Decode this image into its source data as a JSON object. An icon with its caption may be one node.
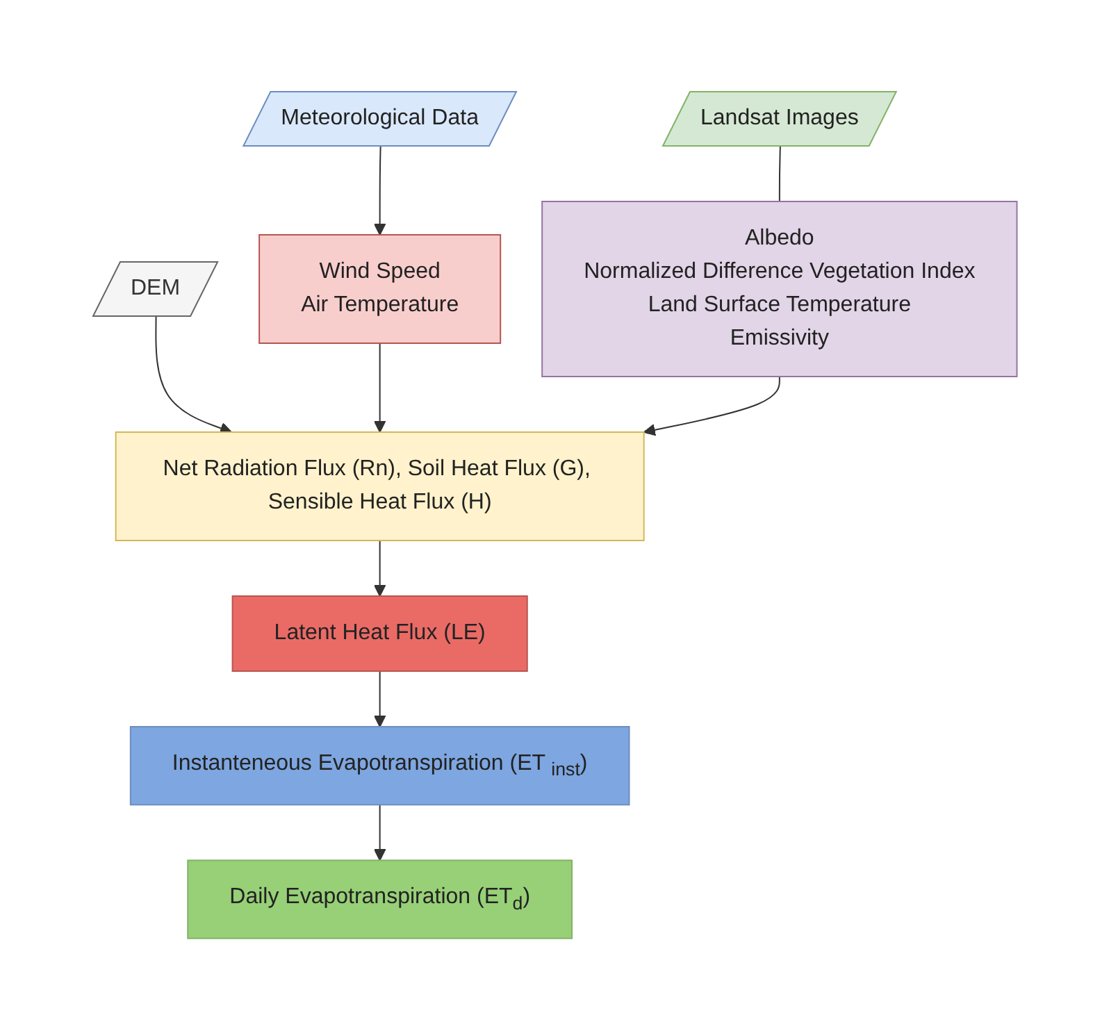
{
  "diagram": {
    "nodes": [
      {
        "text": [
          "DEM"
        ]
      },
      {
        "text": [
          "Meteorological Data"
        ]
      },
      {
        "text": [
          "Landsat Images"
        ]
      },
      {
        "text": [
          "Wind Speed",
          "Air Temperature"
        ]
      },
      {
        "text": [
          "Albedo",
          "Normalized Difference Vegetation Index",
          "Land Surface Temperature",
          "Emissivity"
        ]
      },
      {
        "text": [
          "Net Radiation Flux (Rn), Soil Heat Flux (G), Sensible Heat Flux (H)"
        ]
      },
      {
        "text": [
          "Latent Heat Flux (LE)"
        ]
      },
      {
        "text": [
          "Instanteneous Evapotranspiration (ET $_{inst}$)"
        ]
      },
      {
        "text": [
          "Daily Evapotranspiration (ET$_{d}$)"
        ]
      }
    ],
    "edges": [
      {
        "from": 0,
        "to": 5,
        "arrow": "to"
      },
      {
        "from": 1,
        "to": 3,
        "arrow": "to"
      },
      {
        "from": 2,
        "to": 4,
        "arrow": "none"
      },
      {
        "from": 3,
        "to": 5,
        "arrow": "to"
      },
      {
        "from": 4,
        "to": 5,
        "arrow": "to"
      },
      {
        "from": 5,
        "to": 6,
        "arrow": "to"
      },
      {
        "from": 6,
        "to": 7,
        "arrow": "to"
      },
      {
        "from": 7,
        "to": 8,
        "arrow": "to"
      }
    ]
  }
}
